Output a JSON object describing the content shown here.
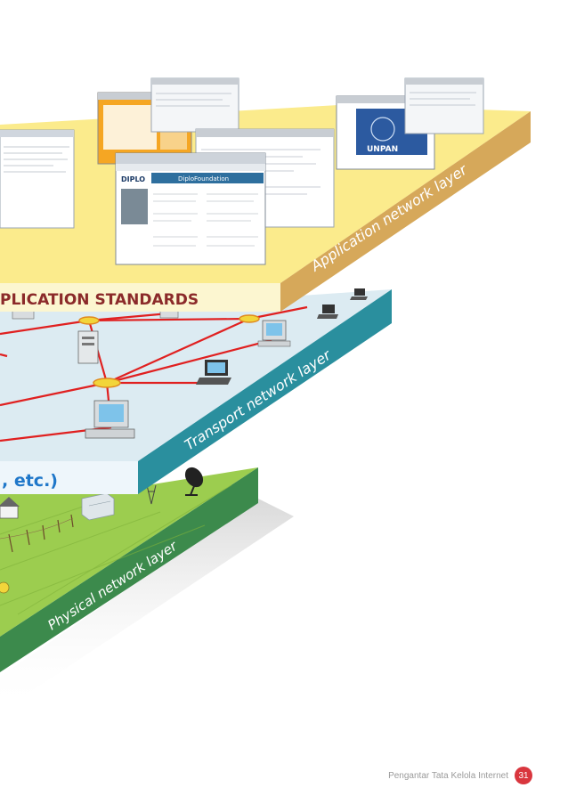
{
  "layers": {
    "application": {
      "side_label": "Application network layer",
      "front_label": "PLICATION STANDARDS",
      "top_color": "#fbeb8c",
      "front_color": "#fcf6d0",
      "side_color": "#d6a85a"
    },
    "transport": {
      "side_label": "Transport network layer",
      "front_label": ", etc.)",
      "top_color": "#dcebf2",
      "front_color": "#eef6fb",
      "side_color": "#2a8f9e"
    },
    "physical": {
      "side_label": "Physical network layer",
      "top_color": "#9ccd4f",
      "side_color": "#3c8a4c"
    }
  },
  "windows": {
    "diplo_title": "DiploFoundation",
    "diplo_logo": "DIPLO",
    "unpan_logo": "UNPAN"
  },
  "colors": {
    "link": "#e02020",
    "node": "#f2d53a",
    "front_text": "#8b2a2a",
    "transport_text": "#1f77c9"
  },
  "footer": {
    "text": "Pengantar Tata Kelola Internet",
    "page": "31",
    "badge_color": "#d9363e"
  }
}
